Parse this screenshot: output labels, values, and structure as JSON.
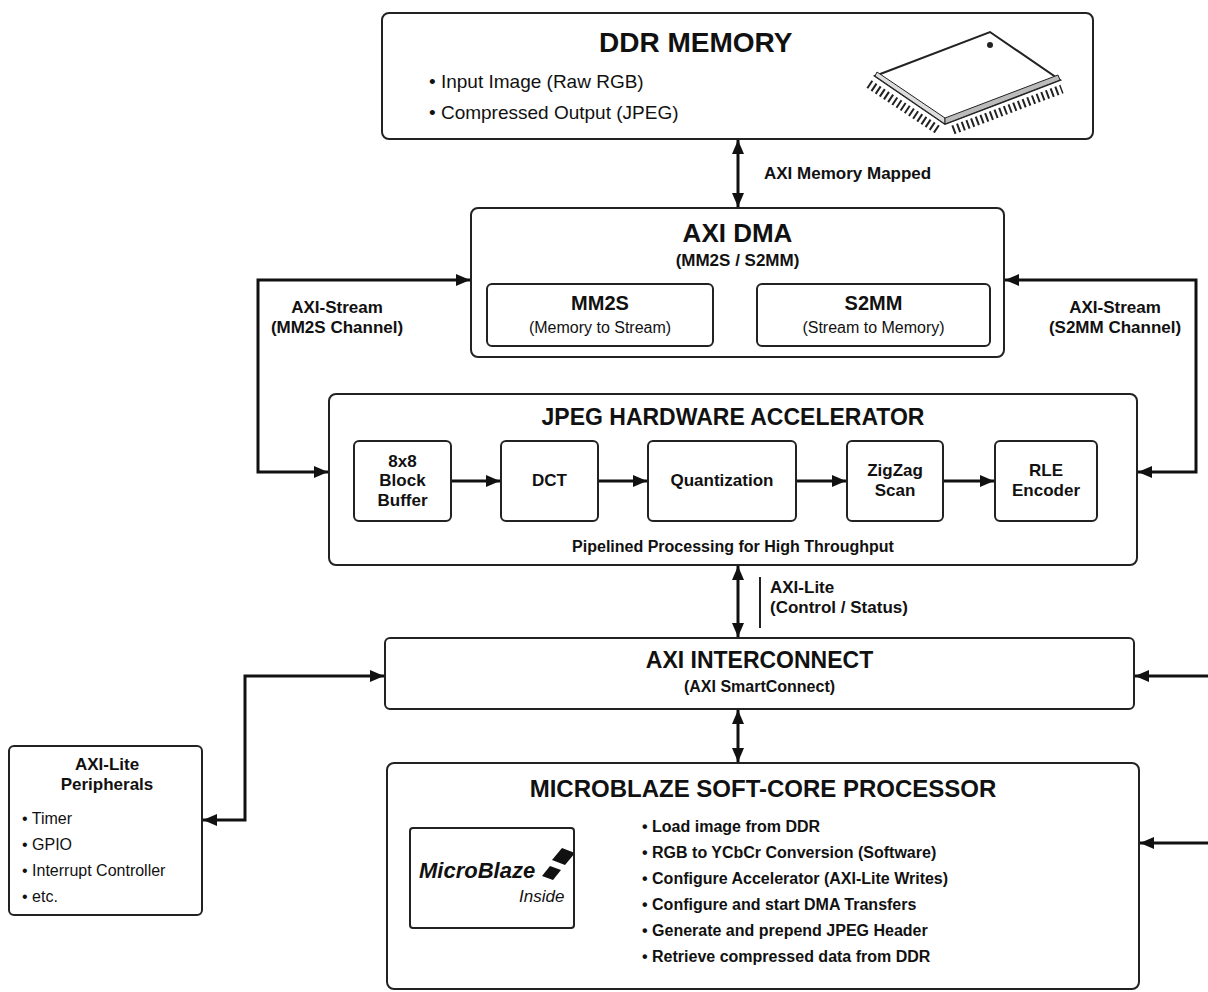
{
  "diagram": {
    "nodes": [
      {
        "text": [
          "DDR MEMORY",
          "• Input Image (Raw RGB)",
          "• Compressed Output (JPEG)"
        ]
      },
      {
        "text": [
          "AXI DMA",
          "(MM2S / S2MM)"
        ]
      },
      {
        "text": [
          "MM2S",
          "(Memory to Stream)"
        ],
        "in": 1
      },
      {
        "text": [
          "S2MM",
          "(Stream to Memory)"
        ],
        "in": 1
      },
      {
        "text": [
          "JPEG HARDWARE ACCELERATOR",
          "Pipelined Processing for High Throughput"
        ]
      },
      {
        "text": [
          "8x8 Block Buffer"
        ],
        "in": 4
      },
      {
        "text": [
          "DCT"
        ],
        "in": 4
      },
      {
        "text": [
          "Quantization"
        ],
        "in": 4
      },
      {
        "text": [
          "ZigZag Scan"
        ],
        "in": 4
      },
      {
        "text": [
          "RLE Encoder"
        ],
        "in": 4
      },
      {
        "text": [
          "AXI INTERCONNECT",
          "(AXI SmartConnect)"
        ]
      },
      {
        "text": [
          "AXI-Lite Peripherals",
          "• Timer",
          "• GPIO",
          "• Interrupt Controller",
          "• etc."
        ]
      },
      {
        "text": [
          "MICROBLAZE SOFT-CORE PROCESSOR",
          "• Load image from DDR",
          "• RGB to YCbCr Conversion (Software)",
          "• Configure Accelerator (AXI-Lite Writes)",
          "• Configure and start DMA Transfers",
          "• Generate and prepend JPEG Header",
          "• Retrieve compressed data from DDR"
        ]
      },
      {
        "text": [
          "MicroBlaze",
          "Inside"
        ],
        "in": 12
      }
    ],
    "edges": [
      {
        "from": 0,
        "to": 1,
        "arrow": "both",
        "label": "AXI Memory Mapped"
      },
      {
        "from": 1,
        "to": 4,
        "arrow": "both",
        "label": "AXI-Stream (MM2S Channel)"
      },
      {
        "from": 1,
        "to": 4,
        "arrow": "both",
        "label": "AXI-Stream (S2MM Channel)"
      },
      {
        "from": 4,
        "to": 10,
        "arrow": "both",
        "label": "AXI-Lite (Control / Status)"
      },
      {
        "from": 11,
        "to": 10,
        "arrow": "both"
      },
      {
        "from": 10,
        "to": 12,
        "arrow": "both"
      },
      {
        "from": 5,
        "to": 6,
        "arrow": "to"
      },
      {
        "from": 6,
        "to": 7,
        "arrow": "to"
      },
      {
        "from": 7,
        "to": 8,
        "arrow": "to"
      },
      {
        "from": 8,
        "to": 9,
        "arrow": "to"
      }
    ]
  }
}
